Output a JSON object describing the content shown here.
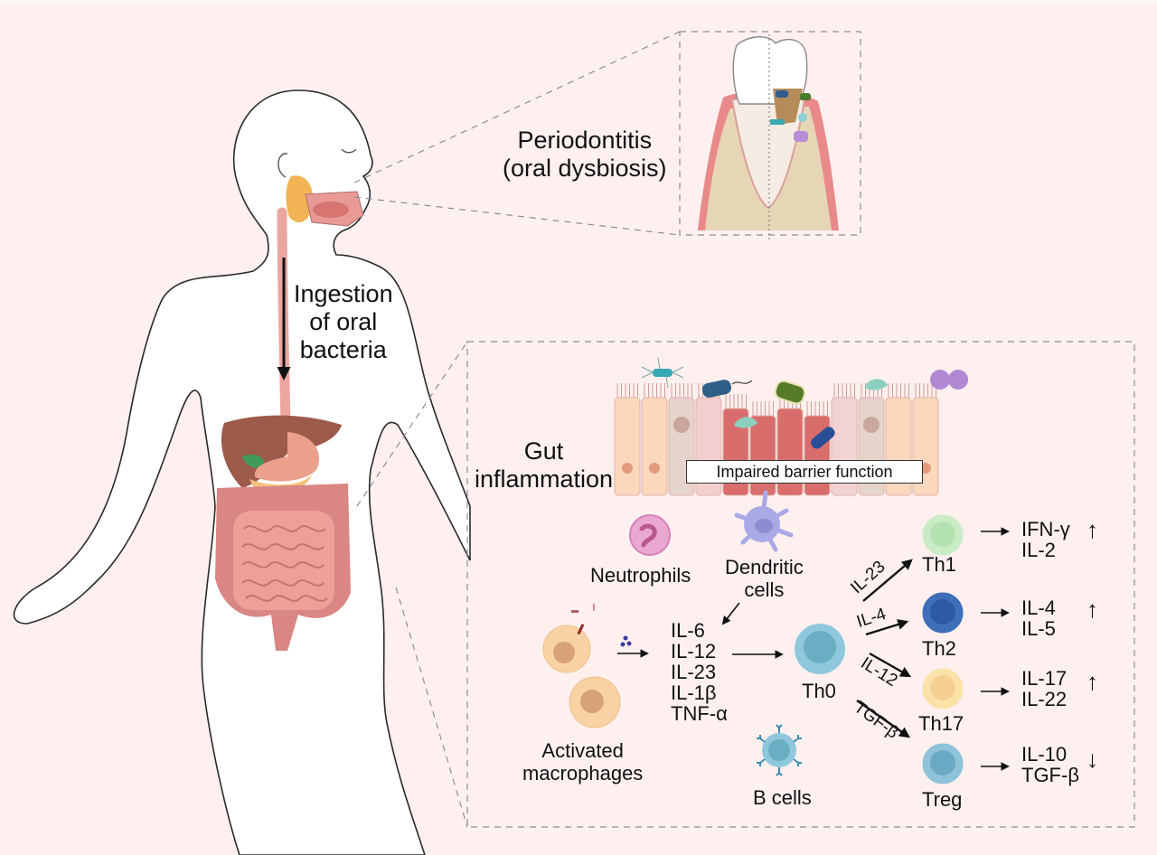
{
  "figure": {
    "oral_label": [
      "Periodontitis",
      "(oral dysbiosis)"
    ],
    "ingestion_label": [
      "Ingestion",
      "of oral",
      "bacteria"
    ],
    "gut_label": [
      "Gut",
      "inflammation"
    ],
    "barrier_label": "Impaired barrier function",
    "cells": {
      "neutrophils": "Neutrophils",
      "dendritic": [
        "Dendritic",
        "cells"
      ],
      "macrophages": [
        "Activated",
        "macrophages"
      ],
      "b_cells": "B cells",
      "th0": "Th0"
    },
    "macrophage_cytokines": [
      "IL-6",
      "IL-12",
      "IL-23",
      "IL-1β",
      "TNF-α"
    ],
    "differentiation": [
      {
        "signal": "IL-23",
        "cell": "Th1",
        "outputs": [
          "IFN-γ",
          "IL-2"
        ],
        "trend": "up",
        "trend_glyph": "↑",
        "color": "#c9ecc6",
        "core": "#b3e2b0"
      },
      {
        "signal": "IL-4",
        "cell": "Th2",
        "outputs": [
          "IL-4",
          "IL-5"
        ],
        "trend": "up",
        "trend_glyph": "↑",
        "color": "#3f6fb8",
        "core": "#2d5aa3"
      },
      {
        "signal": "IL-12",
        "cell": "Th17",
        "outputs": [
          "IL-17",
          "IL-22"
        ],
        "trend": "up",
        "trend_glyph": "↑",
        "color": "#fbe2a9",
        "core": "#f6cf92"
      },
      {
        "signal": "TGF-β",
        "cell": "Treg",
        "outputs": [
          "IL-10",
          "TGF-β"
        ],
        "trend": "down",
        "trend_glyph": "↓",
        "color": "#8fc3d9",
        "core": "#6aa9c3"
      }
    ],
    "colors": {
      "background": "#fdf0ef",
      "body_fill": "#ffffff",
      "esophagus": "#eba6a2",
      "intestine": "#dc8a87",
      "liver": "#9c5a4a",
      "gum": "#e07b7a",
      "bone": "#e6d6b5",
      "th0": "#8fc8dc",
      "dendritic": "#a9a9e6",
      "neutrophil": "#e8a3cf",
      "macrophage": "#f8d2a4"
    }
  }
}
